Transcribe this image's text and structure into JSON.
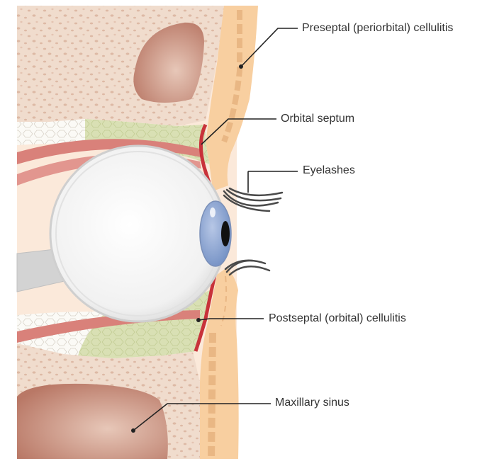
{
  "labels": {
    "preseptal": "Preseptal (periorbital) cellulitis",
    "orbital_septum": "Orbital septum",
    "eyelashes": "Eyelashes",
    "postseptal": "Postseptal (orbital) cellulitis",
    "maxillary_sinus": "Maxillary sinus"
  },
  "colors": {
    "bone": "#f0dccd",
    "bone_speckle": "#ddb9a5",
    "sinus_dark": "#b97866",
    "skin": "#f8cfa0",
    "skin_light": "#fbe3c6",
    "septum": "#c8323a",
    "muscle": "#d9817a",
    "fat": "#d9e0b4",
    "fat_white": "#fbfaf6",
    "eyeball": "#f4f4f4",
    "iris": "#8aa3cf",
    "pupil": "#111111",
    "lash": "#4a4a4a",
    "leader_line": "#222222"
  }
}
